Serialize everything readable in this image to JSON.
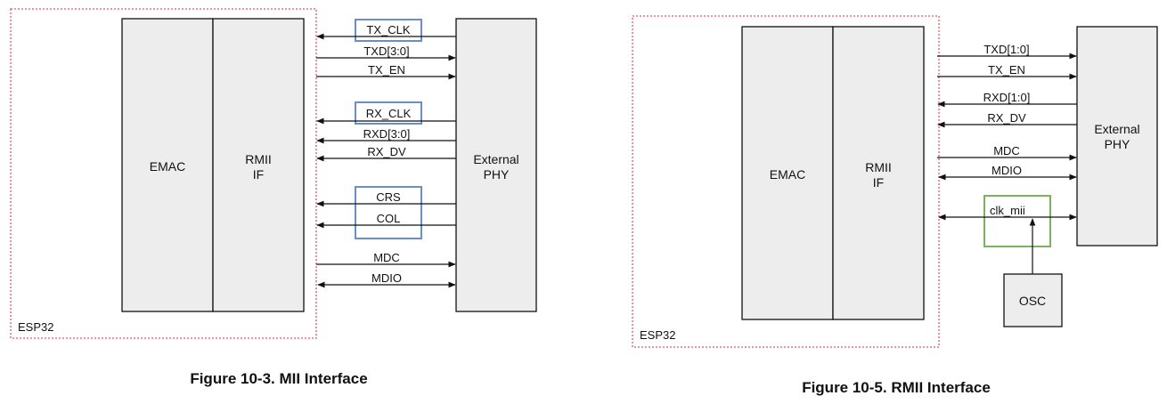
{
  "colors": {
    "chip_border": "#e05a5a",
    "block_fill": "#ededed",
    "block_stroke": "#111111",
    "highlight_blue": "#6a8ec8",
    "highlight_green": "#7cb35a"
  },
  "mii": {
    "caption": "Figure 10-3. MII Interface",
    "chip_label": "ESP32",
    "emac": "EMAC",
    "rmii_if": [
      "RMII",
      "IF"
    ],
    "phy": [
      "External",
      "PHY"
    ],
    "signals": {
      "tx_clk": "TX_CLK",
      "txd": "TXD[3:0]",
      "tx_en": "TX_EN",
      "rx_clk": "RX_CLK",
      "rxd": "RXD[3:0]",
      "rx_dv": "RX_DV",
      "crs": "CRS",
      "col": "COL",
      "mdc": "MDC",
      "mdio": "MDIO"
    }
  },
  "rmii": {
    "caption": "Figure 10-5. RMII Interface",
    "chip_label": "ESP32",
    "emac": "EMAC",
    "rmii_if": [
      "RMII",
      "IF"
    ],
    "phy": [
      "External",
      "PHY"
    ],
    "osc": "OSC",
    "signals": {
      "txd": "TXD[1:0]",
      "tx_en": "TX_EN",
      "rxd": "RXD[1:0]",
      "rx_dv": "RX_DV",
      "mdc": "MDC",
      "mdio": "MDIO",
      "clk": "clk_mii"
    }
  }
}
